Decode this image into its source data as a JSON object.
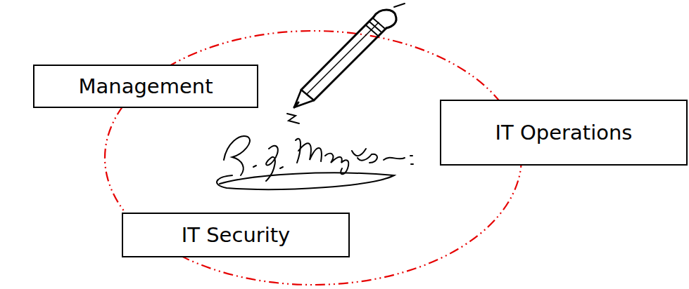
{
  "diagram": {
    "nodes": [
      {
        "text": [
          "Management"
        ]
      },
      {
        "text": [
          "IT Operations"
        ]
      },
      {
        "text": [
          "IT Security"
        ]
      }
    ]
  }
}
